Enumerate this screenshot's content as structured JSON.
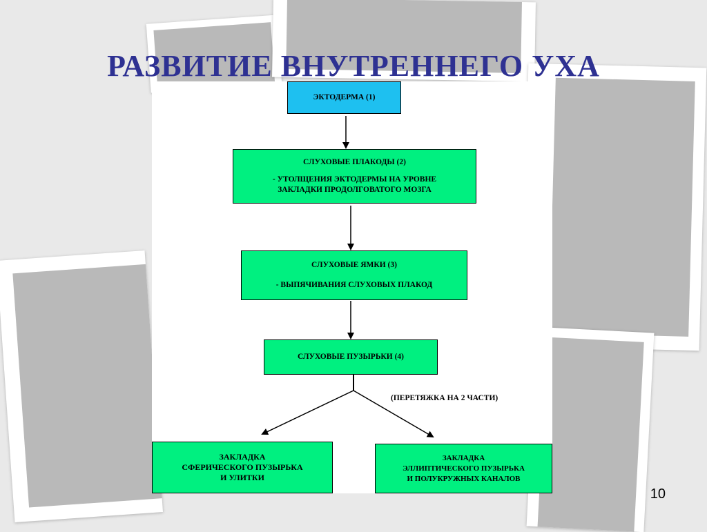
{
  "title": "РАЗВИТИЕ ВНУТРЕННЕГО УХА",
  "page_number": "10",
  "colors": {
    "title": "#2e3192",
    "ectoderm_box": "#1ec0f0",
    "stage_box": "#00f080"
  },
  "diagram": {
    "ectoderm": {
      "label": "ЭКТОДЕРМА  (1)"
    },
    "placodes": {
      "label": "СЛУХОВЫЕ ПЛАКОДЫ (2)",
      "desc_line1": "- УТОЛЩЕНИЯ ЭКТОДЕРМЫ НА УРОВНЕ",
      "desc_line2": "ЗАКЛАДКИ ПРОДОЛГОВАТОГО МОЗГА"
    },
    "pits": {
      "label": "СЛУХОВЫЕ ЯМКИ (3)",
      "desc": "- ВЫПЯЧИВАНИЯ СЛУХОВЫХ ПЛАКОД"
    },
    "vesicles": {
      "label": "СЛУХОВЫЕ ПУЗЫРЬКИ (4)"
    },
    "split_note": "(ПЕРЕТЯЖКА НА 2 ЧАСТИ)",
    "spherical": {
      "line1": "ЗАКЛАДКА",
      "line2": "СФЕРИЧЕСКОГО ПУЗЫРЬКА",
      "line3": "И УЛИТКИ"
    },
    "elliptical": {
      "line1": "ЗАКЛАДКА",
      "line2": "ЭЛЛИПТИЧЕСКОГО ПУЗЫРЬКА",
      "line3": "И ПОЛУКРУЖНЫХ КАНАЛОВ"
    }
  }
}
